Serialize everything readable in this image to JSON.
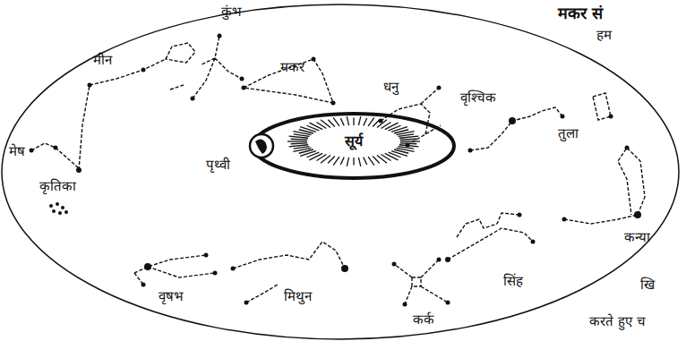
{
  "diagram": {
    "title": "मकर सं",
    "nodes": [
      {
        "text": [
          "सूर्य"
        ]
      }
    ],
    "labels": [
      "हम",
      "खि",
      "करते हुए च",
      "कुंभ",
      "मीन",
      "मकर",
      "धनु",
      "वृश्चिक",
      "तुला",
      "मेष",
      "कृतिका",
      "पृथ्वी",
      "कन्या",
      "वृषभ",
      "मिथुन",
      "कर्क",
      "सिंह"
    ]
  }
}
